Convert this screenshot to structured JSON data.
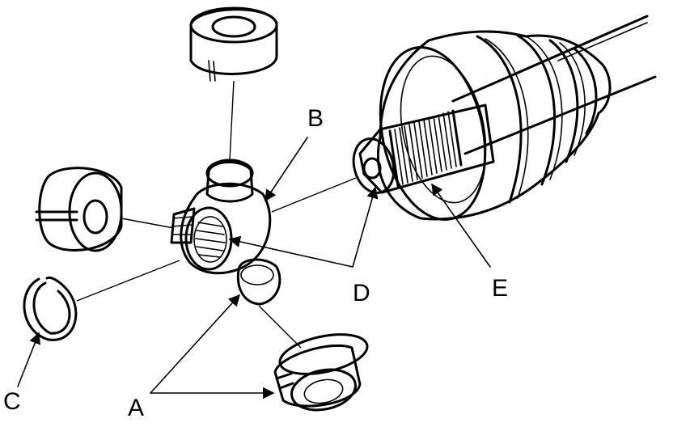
{
  "diagram": {
    "labels": {
      "A": "A",
      "B": "B",
      "C": "C",
      "D": "D",
      "E": "E"
    },
    "colors": {
      "ink": "#000000",
      "paper": "#ffffff",
      "shade": "#d9d9d9"
    }
  }
}
